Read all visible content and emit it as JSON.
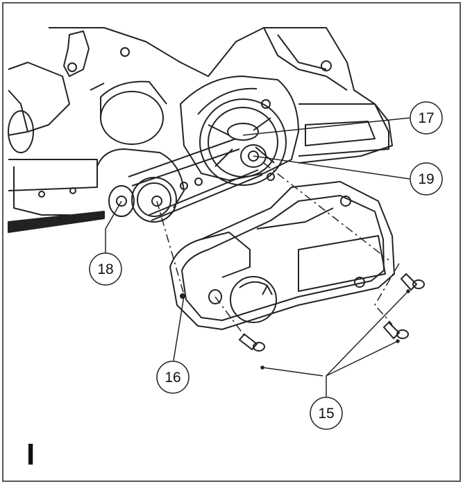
{
  "figure": {
    "letter": "I",
    "callouts": [
      {
        "id": "c17",
        "label": "17"
      },
      {
        "id": "c19",
        "label": "19"
      },
      {
        "id": "c18",
        "label": "18"
      },
      {
        "id": "c16",
        "label": "16"
      },
      {
        "id": "c15",
        "label": "15"
      }
    ]
  },
  "colors": {
    "line": "#222222",
    "border": "#555555",
    "background": "#ffffff"
  }
}
